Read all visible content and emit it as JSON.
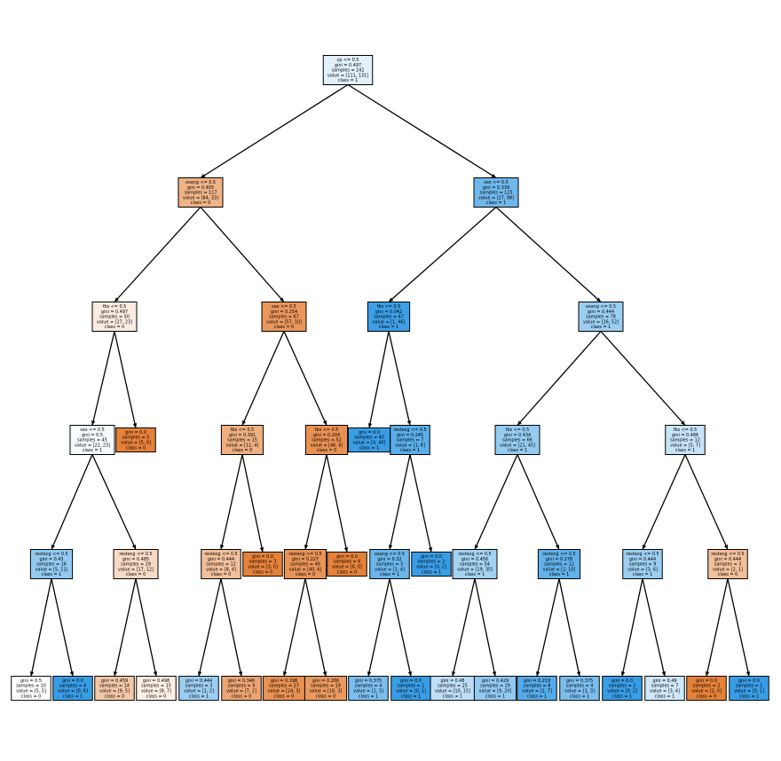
{
  "chart_data": {
    "type": "decision-tree",
    "colors": {
      "class_0": "#e58139",
      "class_1": "#399de5",
      "edge": "#000000"
    },
    "nodes": [
      {
        "id": "n0",
        "depth": 0,
        "lines": [
          "cp <= 0.5",
          "gini = 0.497",
          "samples = 242",
          "value = [111, 131]",
          "class = 1"
        ],
        "value": [
          111,
          131
        ]
      },
      {
        "id": "n1",
        "depth": 1,
        "parent": "n0",
        "lines": [
          "exang <= 0.5",
          "gini = 0.405",
          "samples = 117",
          "value = [84, 33]",
          "class = 0"
        ],
        "value": [
          84,
          33
        ]
      },
      {
        "id": "n2",
        "depth": 1,
        "parent": "n0",
        "lines": [
          "sex <= 0.5",
          "gini = 0.339",
          "samples = 125",
          "value = [27, 98]",
          "class = 1"
        ],
        "value": [
          27,
          98
        ]
      },
      {
        "id": "n3",
        "depth": 2,
        "parent": "n1",
        "lines": [
          "fbs <= 0.5",
          "gini = 0.497",
          "samples = 50",
          "value = [27, 23]",
          "class = 0"
        ],
        "value": [
          27,
          23
        ]
      },
      {
        "id": "n4",
        "depth": 2,
        "parent": "n1",
        "lines": [
          "sex <= 0.5",
          "gini = 0.254",
          "samples = 67",
          "value = [57, 10]",
          "class = 0"
        ],
        "value": [
          57,
          10
        ]
      },
      {
        "id": "n5",
        "depth": 2,
        "parent": "n2",
        "lines": [
          "fbs <= 0.5",
          "gini = 0.042",
          "samples = 47",
          "value = [1, 46]",
          "class = 1"
        ],
        "value": [
          1,
          46
        ]
      },
      {
        "id": "n6",
        "depth": 2,
        "parent": "n2",
        "lines": [
          "exang <= 0.5",
          "gini = 0.444",
          "samples = 78",
          "value = [26, 52]",
          "class = 1"
        ],
        "value": [
          26,
          52
        ]
      },
      {
        "id": "n7",
        "depth": 3,
        "parent": "n3",
        "lines": [
          "sex <= 0.5",
          "gini = 0.5",
          "samples = 45",
          "value = [22, 23]",
          "class = 1"
        ],
        "value": [
          22,
          23
        ]
      },
      {
        "id": "n8",
        "depth": 3,
        "parent": "n3",
        "lines": [
          "gini = 0.0",
          "samples = 5",
          "value = [5, 0]",
          "class = 0"
        ],
        "value": [
          5,
          0
        ]
      },
      {
        "id": "n9",
        "depth": 3,
        "parent": "n4",
        "lines": [
          "fbs <= 0.5",
          "gini = 0.391",
          "samples = 15",
          "value = [11, 4]",
          "class = 0"
        ],
        "value": [
          11,
          4
        ]
      },
      {
        "id": "n10",
        "depth": 3,
        "parent": "n4",
        "lines": [
          "fbs <= 0.5",
          "gini = 0.204",
          "samples = 52",
          "value = [46, 6]",
          "class = 0"
        ],
        "value": [
          46,
          6
        ]
      },
      {
        "id": "n11",
        "depth": 3,
        "parent": "n5",
        "lines": [
          "gini = 0.0",
          "samples = 40",
          "value = [0, 40]",
          "class = 1"
        ],
        "value": [
          0,
          40
        ]
      },
      {
        "id": "n12",
        "depth": 3,
        "parent": "n5",
        "lines": [
          "restecg <= 0.5",
          "gini = 0.245",
          "samples = 7",
          "value = [1, 6]",
          "class = 1"
        ],
        "value": [
          1,
          6
        ]
      },
      {
        "id": "n13",
        "depth": 3,
        "parent": "n6",
        "lines": [
          "fbs <= 0.5",
          "gini = 0.434",
          "samples = 66",
          "value = [21, 45]",
          "class = 1"
        ],
        "value": [
          21,
          45
        ]
      },
      {
        "id": "n14",
        "depth": 3,
        "parent": "n6",
        "lines": [
          "fbs <= 0.5",
          "gini = 0.486",
          "samples = 12",
          "value = [5, 7]",
          "class = 1"
        ],
        "value": [
          5,
          7
        ]
      },
      {
        "id": "n15",
        "depth": 4,
        "parent": "n7",
        "lines": [
          "restecg <= 0.5",
          "gini = 0.43",
          "samples = 16",
          "value = [5, 11]",
          "class = 1"
        ],
        "value": [
          5,
          11
        ]
      },
      {
        "id": "n16",
        "depth": 4,
        "parent": "n7",
        "lines": [
          "restecg <= 0.5",
          "gini = 0.485",
          "samples = 29",
          "value = [17, 12]",
          "class = 0"
        ],
        "value": [
          17,
          12
        ]
      },
      {
        "id": "n17",
        "depth": 4,
        "parent": "n9",
        "lines": [
          "restecg <= 0.5",
          "gini = 0.444",
          "samples = 12",
          "value = [8, 4]",
          "class = 0"
        ],
        "value": [
          8,
          4
        ]
      },
      {
        "id": "n18",
        "depth": 4,
        "parent": "n9",
        "lines": [
          "gini = 0.0",
          "samples = 3",
          "value = [3, 0]",
          "class = 0"
        ],
        "value": [
          3,
          0
        ]
      },
      {
        "id": "n19",
        "depth": 4,
        "parent": "n10",
        "lines": [
          "restecg <= 0.5",
          "gini = 0.227",
          "samples = 46",
          "value = [40, 6]",
          "class = 0"
        ],
        "value": [
          40,
          6
        ]
      },
      {
        "id": "n20",
        "depth": 4,
        "parent": "n10",
        "lines": [
          "gini = 0.0",
          "samples = 6",
          "value = [6, 0]",
          "class = 0"
        ],
        "value": [
          6,
          0
        ]
      },
      {
        "id": "n21",
        "depth": 4,
        "parent": "n12",
        "lines": [
          "exang <= 0.5",
          "gini = 0.32",
          "samples = 5",
          "value = [1, 4]",
          "class = 1"
        ],
        "value": [
          1,
          4
        ]
      },
      {
        "id": "n22",
        "depth": 4,
        "parent": "n12",
        "lines": [
          "gini = 0.0",
          "samples = 2",
          "value = [0, 2]",
          "class = 1"
        ],
        "value": [
          0,
          2
        ]
      },
      {
        "id": "n23",
        "depth": 4,
        "parent": "n13",
        "lines": [
          "restecg <= 0.5",
          "gini = 0.456",
          "samples = 54",
          "value = [19, 35]",
          "class = 1"
        ],
        "value": [
          19,
          35
        ]
      },
      {
        "id": "n24",
        "depth": 4,
        "parent": "n13",
        "lines": [
          "restecg <= 0.5",
          "gini = 0.278",
          "samples = 12",
          "value = [2, 10]",
          "class = 1"
        ],
        "value": [
          2,
          10
        ]
      },
      {
        "id": "n25",
        "depth": 4,
        "parent": "n14",
        "lines": [
          "restecg <= 0.5",
          "gini = 0.444",
          "samples = 9",
          "value = [3, 6]",
          "class = 1"
        ],
        "value": [
          3,
          6
        ]
      },
      {
        "id": "n26",
        "depth": 4,
        "parent": "n14",
        "lines": [
          "restecg <= 0.5",
          "gini = 0.444",
          "samples = 3",
          "value = [2, 1]",
          "class = 0"
        ],
        "value": [
          2,
          1
        ]
      },
      {
        "id": "n27",
        "depth": 5,
        "parent": "n15",
        "lines": [
          "gini = 0.5",
          "samples = 10",
          "value = [5, 5]",
          "class = 0"
        ],
        "value": [
          5,
          5
        ]
      },
      {
        "id": "n28",
        "depth": 5,
        "parent": "n15",
        "lines": [
          "gini = 0.0",
          "samples = 6",
          "value = [0, 6]",
          "class = 1"
        ],
        "value": [
          0,
          6
        ]
      },
      {
        "id": "n29",
        "depth": 5,
        "parent": "n16",
        "lines": [
          "gini = 0.459",
          "samples = 14",
          "value = [9, 5]",
          "class = 0"
        ],
        "value": [
          9,
          5
        ]
      },
      {
        "id": "n30",
        "depth": 5,
        "parent": "n16",
        "lines": [
          "gini = 0.498",
          "samples = 15",
          "value = [8, 7]",
          "class = 0"
        ],
        "value": [
          8,
          7
        ]
      },
      {
        "id": "n31",
        "depth": 5,
        "parent": "n17",
        "lines": [
          "gini = 0.444",
          "samples = 3",
          "value = [1, 2]",
          "class = 1"
        ],
        "value": [
          1,
          2
        ]
      },
      {
        "id": "n32",
        "depth": 5,
        "parent": "n17",
        "lines": [
          "gini = 0.346",
          "samples = 9",
          "value = [7, 2]",
          "class = 0"
        ],
        "value": [
          7,
          2
        ]
      },
      {
        "id": "n33",
        "depth": 5,
        "parent": "n19",
        "lines": [
          "gini = 0.198",
          "samples = 27",
          "value = [24, 3]",
          "class = 0"
        ],
        "value": [
          24,
          3
        ]
      },
      {
        "id": "n34",
        "depth": 5,
        "parent": "n19",
        "lines": [
          "gini = 0.266",
          "samples = 19",
          "value = [16, 3]",
          "class = 0"
        ],
        "value": [
          16,
          3
        ]
      },
      {
        "id": "n35",
        "depth": 5,
        "parent": "n21",
        "lines": [
          "gini = 0.375",
          "samples = 4",
          "value = [1, 3]",
          "class = 1"
        ],
        "value": [
          1,
          3
        ]
      },
      {
        "id": "n36",
        "depth": 5,
        "parent": "n21",
        "lines": [
          "gini = 0.0",
          "samples = 1",
          "value = [0, 1]",
          "class = 1"
        ],
        "value": [
          0,
          1
        ]
      },
      {
        "id": "n37",
        "depth": 5,
        "parent": "n23",
        "lines": [
          "gini = 0.48",
          "samples = 25",
          "value = [10, 15]",
          "class = 1"
        ],
        "value": [
          10,
          15
        ]
      },
      {
        "id": "n38",
        "depth": 5,
        "parent": "n23",
        "lines": [
          "gini = 0.429",
          "samples = 29",
          "value = [9, 20]",
          "class = 1"
        ],
        "value": [
          9,
          20
        ]
      },
      {
        "id": "n39",
        "depth": 5,
        "parent": "n24",
        "lines": [
          "gini = 0.219",
          "samples = 8",
          "value = [1, 7]",
          "class = 1"
        ],
        "value": [
          1,
          7
        ]
      },
      {
        "id": "n40",
        "depth": 5,
        "parent": "n24",
        "lines": [
          "gini = 0.375",
          "samples = 4",
          "value = [1, 3]",
          "class = 1"
        ],
        "value": [
          1,
          3
        ]
      },
      {
        "id": "n41",
        "depth": 5,
        "parent": "n25",
        "lines": [
          "gini = 0.0",
          "samples = 2",
          "value = [0, 2]",
          "class = 1"
        ],
        "value": [
          0,
          2
        ]
      },
      {
        "id": "n42",
        "depth": 5,
        "parent": "n25",
        "lines": [
          "gini = 0.49",
          "samples = 7",
          "value = [3, 4]",
          "class = 1"
        ],
        "value": [
          3,
          4
        ]
      },
      {
        "id": "n43",
        "depth": 5,
        "parent": "n26",
        "lines": [
          "gini = 0.0",
          "samples = 2",
          "value = [2, 0]",
          "class = 0"
        ],
        "value": [
          2,
          0
        ]
      },
      {
        "id": "n44",
        "depth": 5,
        "parent": "n26",
        "lines": [
          "gini = 0.0",
          "samples = 1",
          "value = [0, 1]",
          "class = 1"
        ],
        "value": [
          0,
          1
        ]
      }
    ]
  }
}
